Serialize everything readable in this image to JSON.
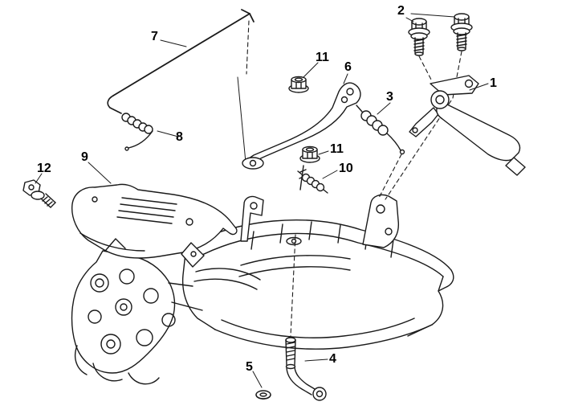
{
  "diagram": {
    "background_color": "#ffffff",
    "line_color": "#1a1a1a",
    "label_color": "#000000",
    "description_type": "exploded-parts-diagram",
    "callouts": [
      {
        "label": "1"
      },
      {
        "label": "2"
      },
      {
        "label": "3"
      },
      {
        "label": "4"
      },
      {
        "label": "5"
      },
      {
        "label": "6"
      },
      {
        "label": "7"
      },
      {
        "label": "8"
      },
      {
        "label": "9"
      },
      {
        "label": "10"
      },
      {
        "label": "11"
      },
      {
        "label": "11"
      },
      {
        "label": "12"
      }
    ]
  }
}
